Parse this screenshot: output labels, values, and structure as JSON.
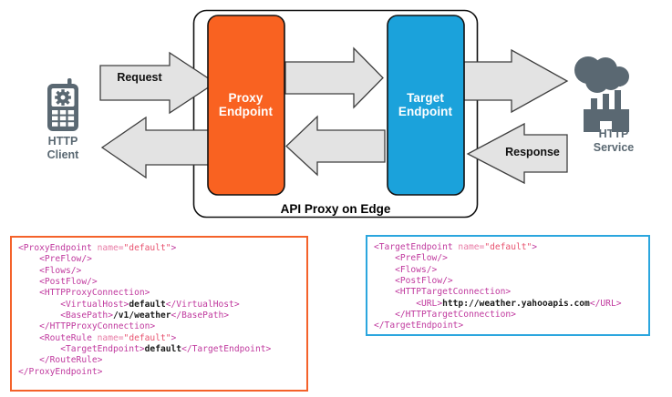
{
  "diagram": {
    "title": "API Proxy on Edge",
    "colors": {
      "proxy_endpoint": "#f96221",
      "target_endpoint": "#1ba2db",
      "arrow_fill": "#e3e3e3",
      "arrow_stroke": "#3f3f3f",
      "node_icon": "#5a6872",
      "outer_box_stroke": "#111111",
      "proxy_code_border": "#f4622a",
      "target_code_border": "#2ba6de"
    },
    "nodes": {
      "http_client": {
        "caption_line1": "HTTP",
        "caption_line2": "Client",
        "icon": "mobile-phone-icon"
      },
      "http_service": {
        "caption_line1": "HTTP",
        "caption_line2": "Service",
        "icon": "cloud-factory-icon"
      },
      "proxy_endpoint": {
        "label_line1": "Proxy",
        "label_line2": "Endpoint"
      },
      "target_endpoint": {
        "label_line1": "Target",
        "label_line2": "Endpoint"
      }
    },
    "arrows": {
      "request_label": "Request",
      "response_label": "Response"
    }
  },
  "proxy_code": {
    "lines": [
      [
        {
          "t": "tag",
          "v": "<ProxyEndpoint "
        },
        {
          "t": "attr",
          "v": "name="
        },
        {
          "t": "val",
          "v": "\"default\""
        },
        {
          "t": "tag",
          "v": ">"
        }
      ],
      [
        {
          "t": "indent",
          "v": "    "
        },
        {
          "t": "tag",
          "v": "<PreFlow/>"
        }
      ],
      [
        {
          "t": "indent",
          "v": "    "
        },
        {
          "t": "tag",
          "v": "<Flows/>"
        }
      ],
      [
        {
          "t": "indent",
          "v": "    "
        },
        {
          "t": "tag",
          "v": "<PostFlow/>"
        }
      ],
      [
        {
          "t": "indent",
          "v": "    "
        },
        {
          "t": "tag",
          "v": "<HTTPProxyConnection>"
        }
      ],
      [
        {
          "t": "indent",
          "v": "        "
        },
        {
          "t": "tag",
          "v": "<VirtualHost>"
        },
        {
          "t": "txt",
          "v": "default"
        },
        {
          "t": "tag",
          "v": "</VirtualHost>"
        }
      ],
      [
        {
          "t": "indent",
          "v": "        "
        },
        {
          "t": "tag",
          "v": "<BasePath>"
        },
        {
          "t": "txt",
          "v": "/v1/weather"
        },
        {
          "t": "tag",
          "v": "</BasePath>"
        }
      ],
      [
        {
          "t": "indent",
          "v": "    "
        },
        {
          "t": "tag",
          "v": "</HTTPProxyConnection>"
        }
      ],
      [
        {
          "t": "indent",
          "v": "    "
        },
        {
          "t": "tag",
          "v": "<RouteRule "
        },
        {
          "t": "attr",
          "v": "name="
        },
        {
          "t": "val",
          "v": "\"default\""
        },
        {
          "t": "tag",
          "v": ">"
        }
      ],
      [
        {
          "t": "indent",
          "v": "        "
        },
        {
          "t": "tag",
          "v": "<TargetEndpoint>"
        },
        {
          "t": "txt",
          "v": "default"
        },
        {
          "t": "tag",
          "v": "</TargetEndpoint>"
        }
      ],
      [
        {
          "t": "indent",
          "v": "    "
        },
        {
          "t": "tag",
          "v": "</RouteRule>"
        }
      ],
      [
        {
          "t": "tag",
          "v": "</ProxyEndpoint>"
        }
      ]
    ]
  },
  "target_code": {
    "lines": [
      [
        {
          "t": "tag",
          "v": "<TargetEndpoint "
        },
        {
          "t": "attr",
          "v": "name="
        },
        {
          "t": "val",
          "v": "\"default\""
        },
        {
          "t": "tag",
          "v": ">"
        }
      ],
      [
        {
          "t": "indent",
          "v": "    "
        },
        {
          "t": "tag",
          "v": "<PreFlow/>"
        }
      ],
      [
        {
          "t": "indent",
          "v": "    "
        },
        {
          "t": "tag",
          "v": "<Flows/>"
        }
      ],
      [
        {
          "t": "indent",
          "v": "    "
        },
        {
          "t": "tag",
          "v": "<PostFlow/>"
        }
      ],
      [
        {
          "t": "indent",
          "v": "    "
        },
        {
          "t": "tag",
          "v": "<HTTPTargetConnection>"
        }
      ],
      [
        {
          "t": "indent",
          "v": "        "
        },
        {
          "t": "tag",
          "v": "<URL>"
        },
        {
          "t": "txt",
          "v": "http://weather.yahooapis.com"
        },
        {
          "t": "tag",
          "v": "</URL>"
        }
      ],
      [
        {
          "t": "indent",
          "v": "    "
        },
        {
          "t": "tag",
          "v": "</HTTPTargetConnection>"
        }
      ],
      [
        {
          "t": "tag",
          "v": "</TargetEndpoint>"
        }
      ]
    ]
  }
}
